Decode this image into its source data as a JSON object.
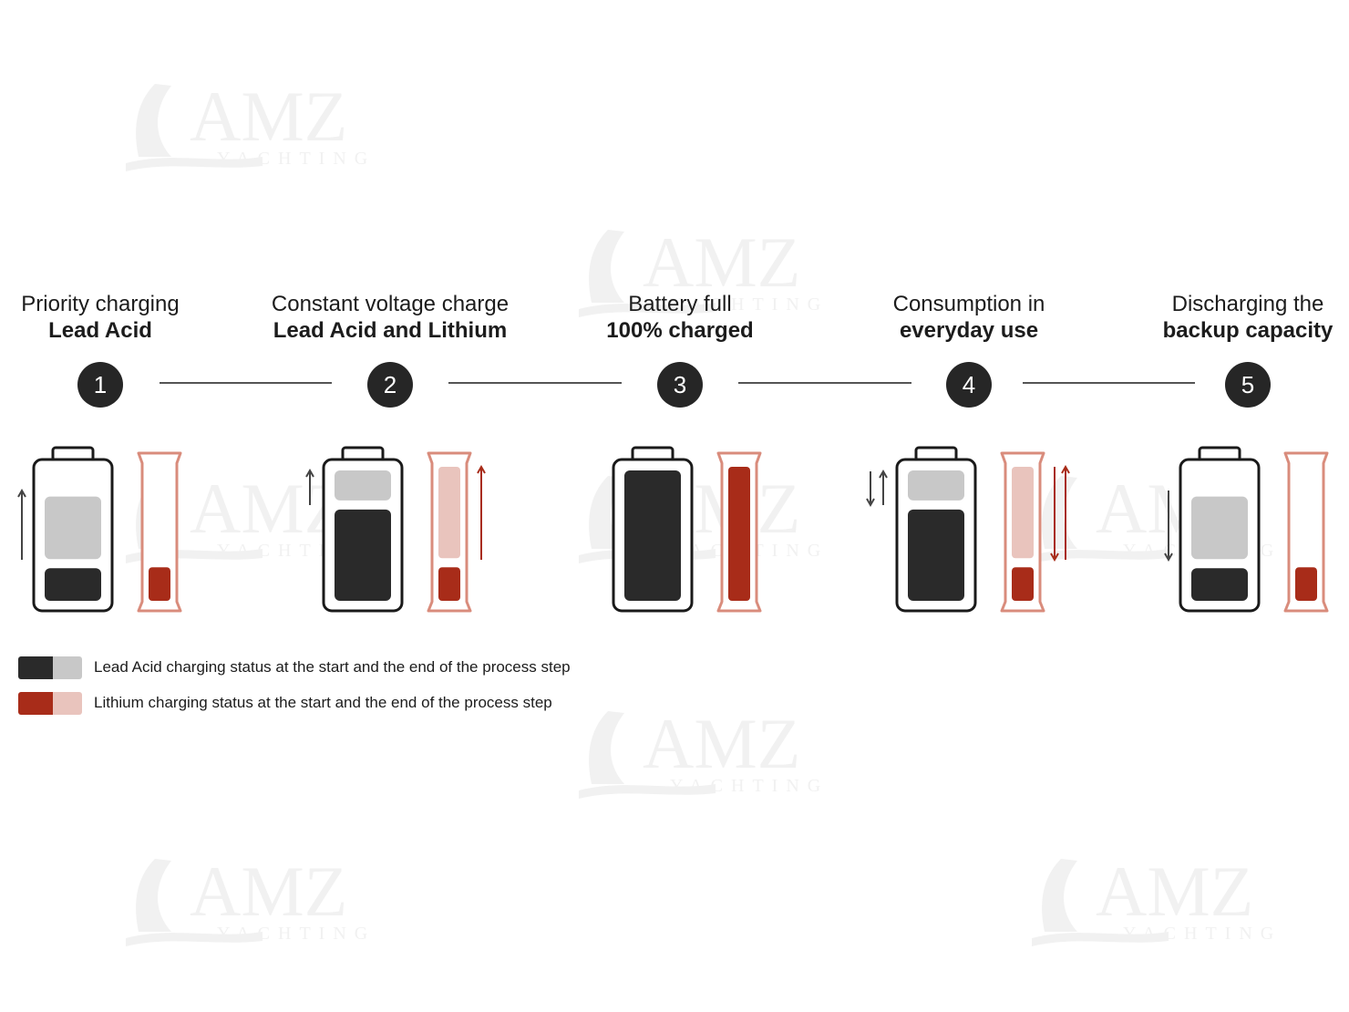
{
  "watermark": {
    "brand": "AMZ",
    "subtitle": "YACHTING"
  },
  "colors": {
    "lead_dark": "#2a2a2a",
    "lead_light": "#c8c8c8",
    "lithium_dark": "#a82c19",
    "lithium_light": "#e9c4bd",
    "lithium_frame": "#d98c7c",
    "arrow_dark": "#444444",
    "arrow_red": "#a82c19"
  },
  "steps": [
    {
      "number": "1",
      "line1": "Priority charging",
      "line2": "Lead Acid",
      "lead_acid": {
        "start": 0.25,
        "end": 0.8
      },
      "lithium": {
        "start": 0.25,
        "end": 0.25
      },
      "arrows": {
        "lead": "up",
        "lithium": "none"
      }
    },
    {
      "number": "2",
      "line1": "Constant voltage charge",
      "line2": "Lead Acid and Lithium",
      "lead_acid": {
        "start": 0.7,
        "end": 1.0
      },
      "lithium": {
        "start": 0.25,
        "end": 1.0
      },
      "arrows": {
        "lead": "up",
        "lithium": "up"
      }
    },
    {
      "number": "3",
      "line1": "Battery full",
      "line2": "100% charged",
      "lead_acid": {
        "start": 1.0,
        "end": 1.0
      },
      "lithium": {
        "start": 1.0,
        "end": 1.0
      },
      "arrows": {
        "lead": "none",
        "lithium": "none"
      }
    },
    {
      "number": "4",
      "line1": "Consumption in",
      "line2": "everyday use",
      "lead_acid": {
        "start": 0.7,
        "end": 1.0
      },
      "lithium": {
        "start": 0.25,
        "end": 1.0
      },
      "arrows": {
        "lead": "both",
        "lithium": "both"
      }
    },
    {
      "number": "5",
      "line1": "Discharging the",
      "line2": "backup capacity",
      "lead_acid": {
        "start": 0.25,
        "end": 0.8
      },
      "lithium": {
        "start": 0.25,
        "end": 0.25
      },
      "arrows": {
        "lead": "down",
        "lithium": "none"
      }
    }
  ],
  "legend": [
    {
      "text": "Lead Acid charging status at the start and the end of the process step",
      "dark": "#2a2a2a",
      "light": "#c8c8c8"
    },
    {
      "text": "Lithium charging status at the start and the end of the process step",
      "dark": "#a82c19",
      "light": "#e9c4bd"
    }
  ]
}
